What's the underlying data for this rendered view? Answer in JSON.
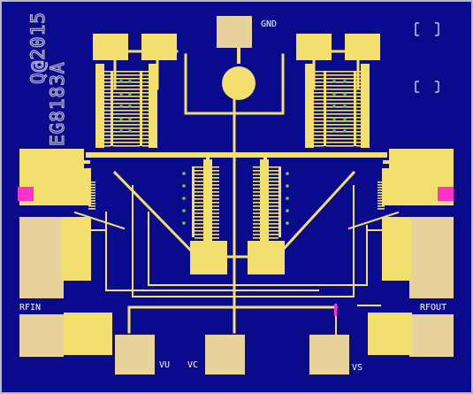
{
  "die": {
    "colors": {
      "background": "#0a0a8c",
      "metal": "#f3df6e",
      "pad": "#e6d29a",
      "edge": "#b8b8c8",
      "accent": "#ff33cc",
      "label": "#ffffff"
    }
  },
  "marking": {
    "line1": "Q@2015",
    "line2": "EG8183A"
  },
  "pads": {
    "gnd": "GND",
    "rfin": "RFIN",
    "rfout": "RFOUT",
    "vu": "VU",
    "vc": "VC",
    "vs": "VS"
  }
}
